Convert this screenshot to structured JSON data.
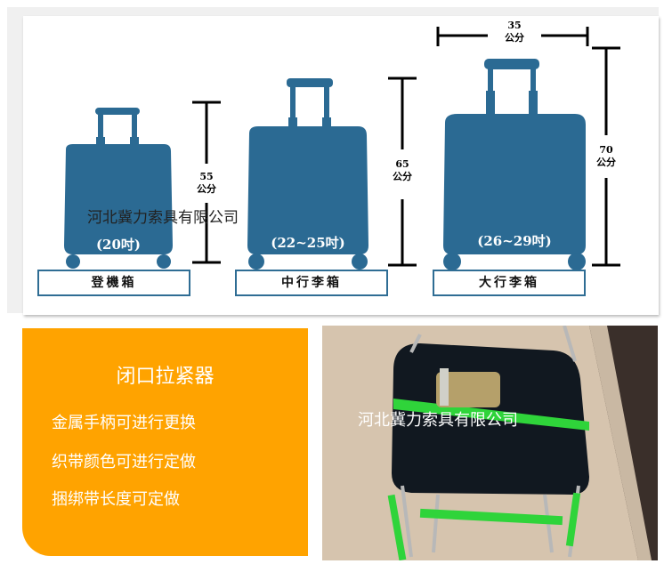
{
  "size_chart": {
    "suitcases": [
      {
        "size_label": "(20吋)",
        "category": "登機箱",
        "height_label": "55",
        "unit": "公分"
      },
      {
        "size_label": "(22~25吋)",
        "category": "中行李箱",
        "height_label": "65",
        "unit": "公分"
      },
      {
        "size_label": "(26~29吋)",
        "category": "大行李箱",
        "height_label": "70",
        "unit": "公分",
        "width_label": "35",
        "width_unit": "公分"
      }
    ],
    "suitcase_color": "#2b6a93",
    "watermark": "河北冀力索具有限公司"
  },
  "product_card": {
    "title": "闭口拉紧器",
    "features": [
      "金属手柄可进行更换",
      "织带颜色可进行定做",
      "捆绑带长度可定做"
    ],
    "background_color": "#ffa300"
  },
  "product_photo": {
    "watermark": "河北冀力索具有限公司",
    "strap_color": "#2fd43a"
  }
}
